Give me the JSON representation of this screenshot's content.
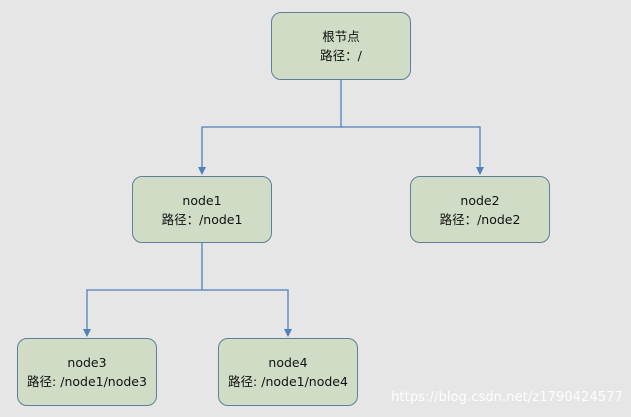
{
  "diagram": {
    "nodes": {
      "root": {
        "title": "根节点",
        "path": "路径：/"
      },
      "node1": {
        "title": "node1",
        "path": "路径：/node1"
      },
      "node2": {
        "title": "node2",
        "path": "路径：/node2"
      },
      "node3": {
        "title": "node3",
        "path": "路径: /node1/node3"
      },
      "node4": {
        "title": "node4",
        "path": "路径: /node1/node4"
      }
    },
    "edges": [
      {
        "from": "root",
        "to": "node1"
      },
      {
        "from": "root",
        "to": "node2"
      },
      {
        "from": "node1",
        "to": "node3"
      },
      {
        "from": "node1",
        "to": "node4"
      }
    ],
    "colors": {
      "node_fill": "#d1dcc6",
      "node_border": "#5d7f99",
      "connector": "#4f81bd",
      "background": "#e6e6e6"
    }
  },
  "watermark": "https://blog.csdn.net/z1790424577"
}
